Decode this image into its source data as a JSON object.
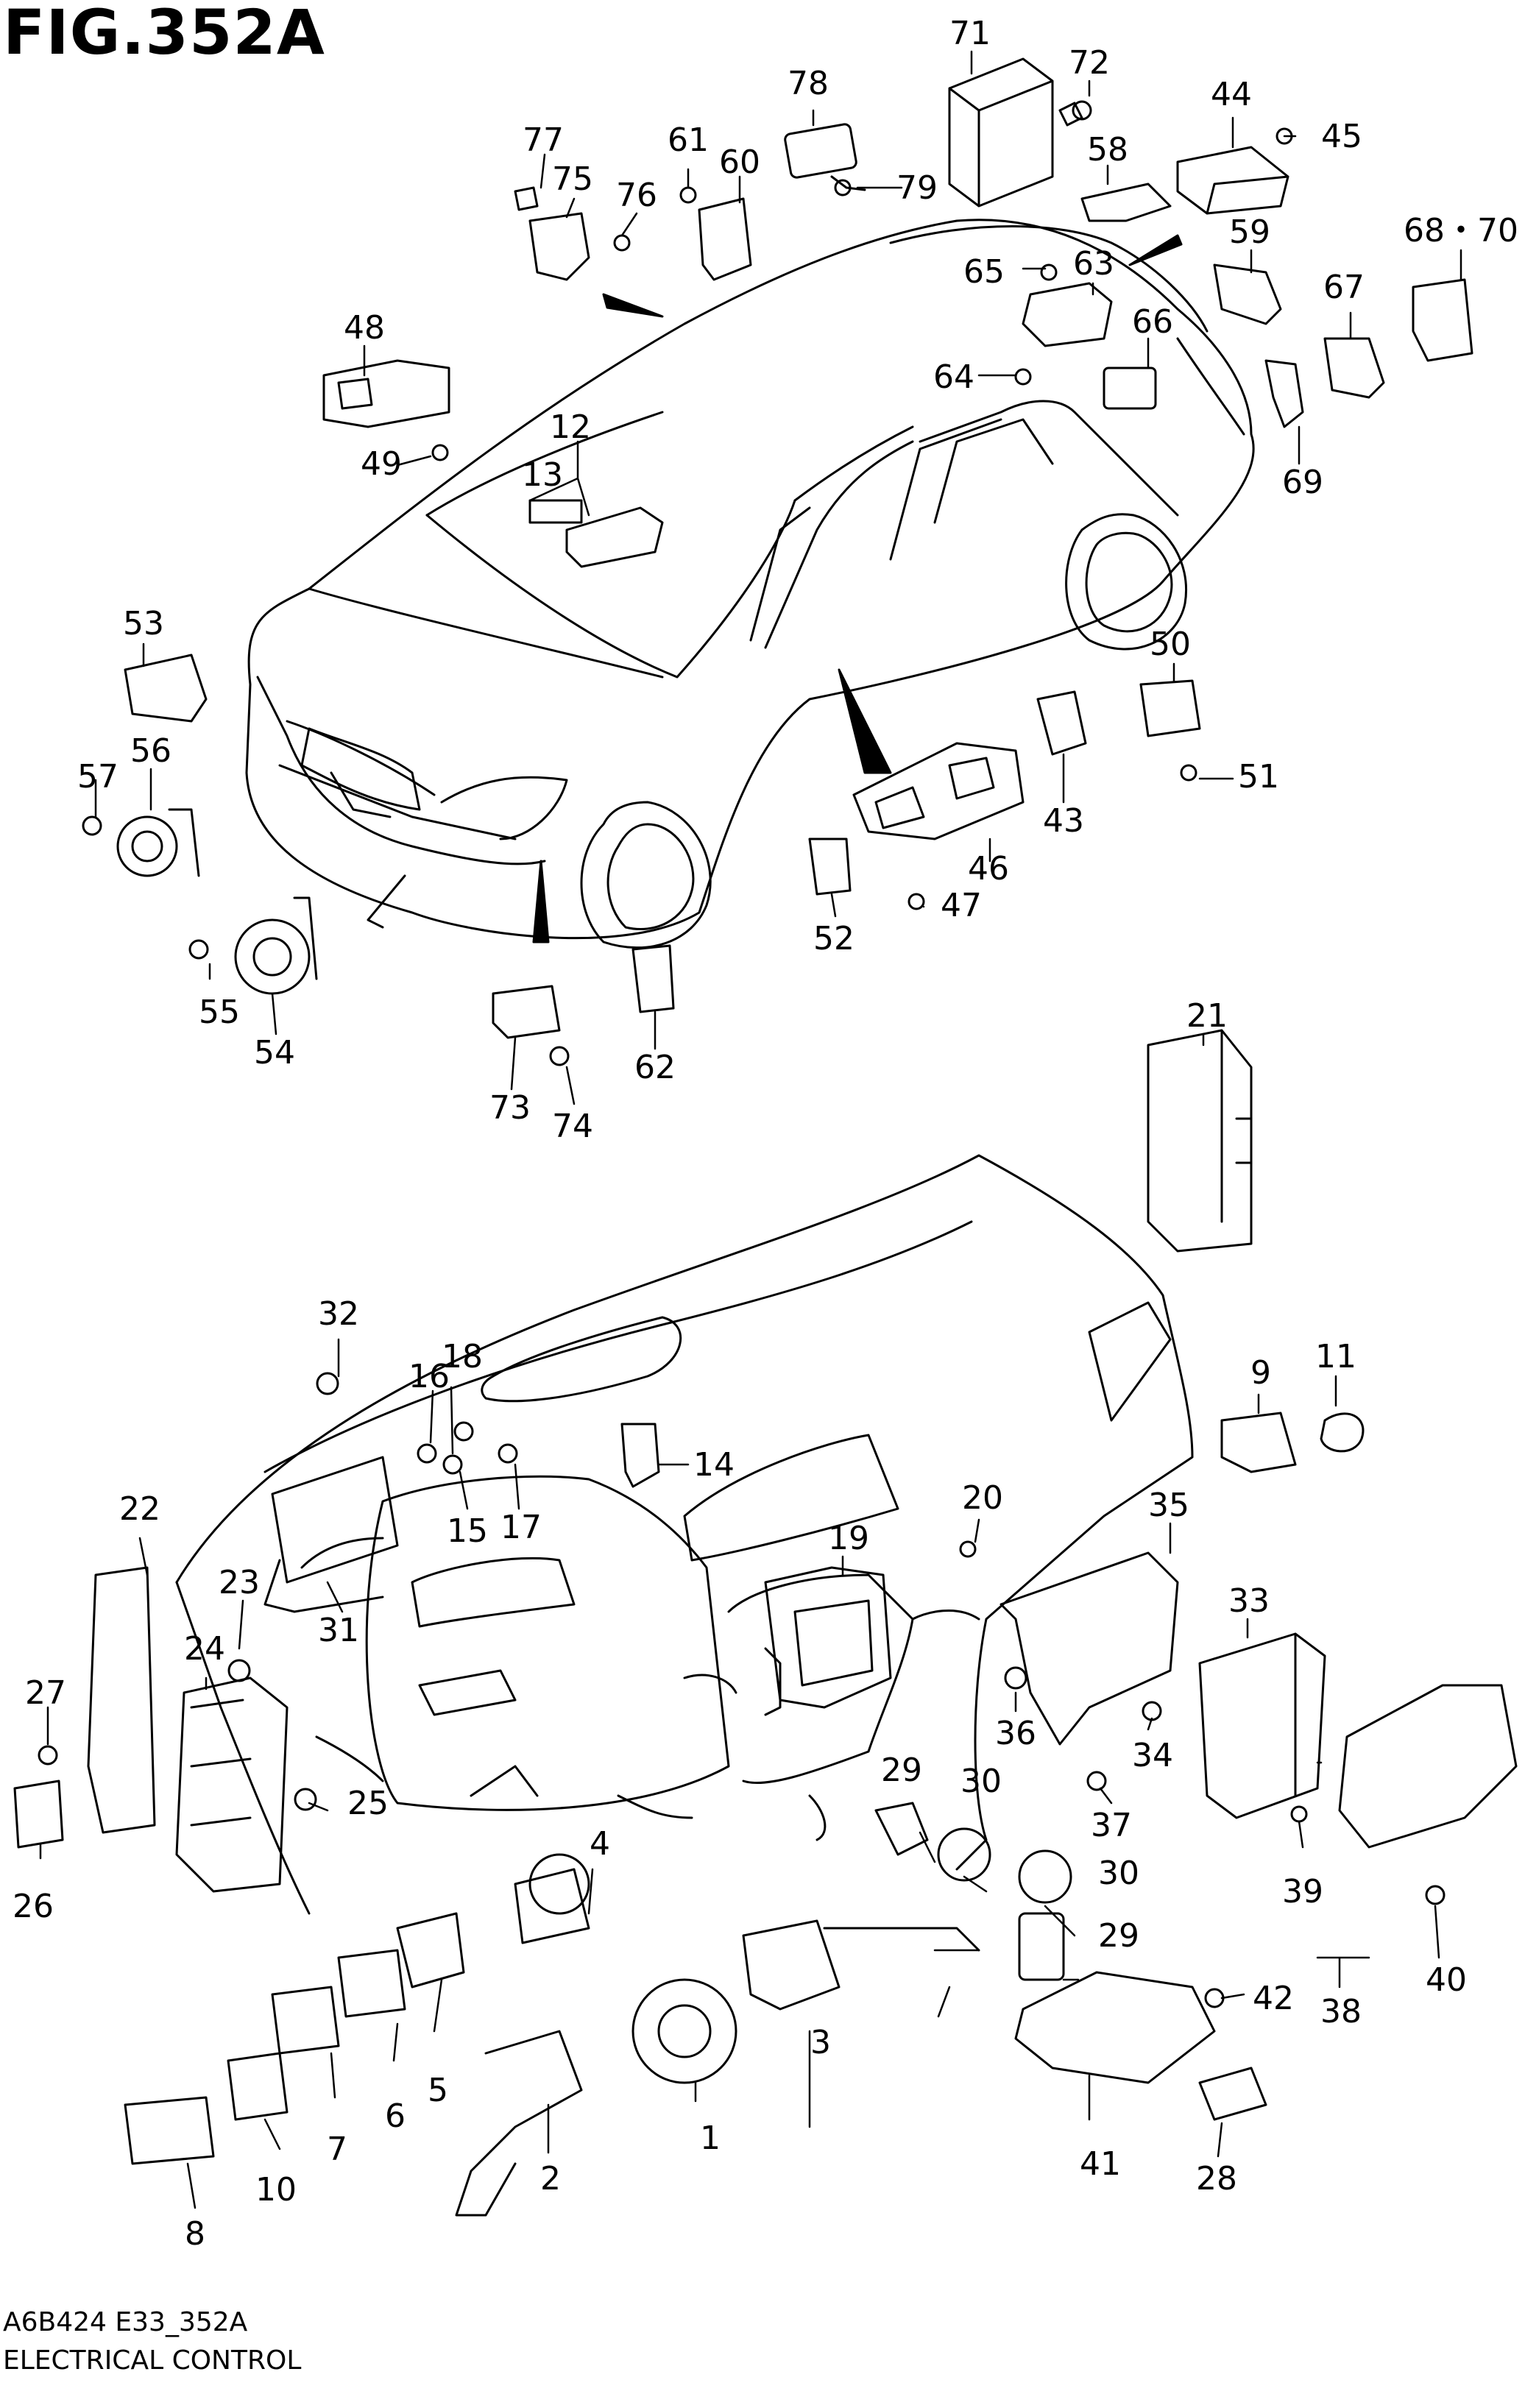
{
  "figure": {
    "title": "FIG.352A",
    "code": "A6B424 E33_352A",
    "caption": "ELECTRICAL CONTROL"
  },
  "callouts": [
    {
      "id": "1",
      "label": "1"
    },
    {
      "id": "2",
      "label": "2"
    },
    {
      "id": "3",
      "label": "3"
    },
    {
      "id": "4",
      "label": "4"
    },
    {
      "id": "5",
      "label": "5"
    },
    {
      "id": "6",
      "label": "6"
    },
    {
      "id": "7",
      "label": "7"
    },
    {
      "id": "8",
      "label": "8"
    },
    {
      "id": "9",
      "label": "9"
    },
    {
      "id": "10",
      "label": "10"
    },
    {
      "id": "11",
      "label": "11"
    },
    {
      "id": "12",
      "label": "12"
    },
    {
      "id": "13",
      "label": "13"
    },
    {
      "id": "14",
      "label": "14"
    },
    {
      "id": "15",
      "label": "15"
    },
    {
      "id": "16",
      "label": "16"
    },
    {
      "id": "17",
      "label": "17"
    },
    {
      "id": "18",
      "label": "18"
    },
    {
      "id": "19",
      "label": "19"
    },
    {
      "id": "20",
      "label": "20"
    },
    {
      "id": "21",
      "label": "21"
    },
    {
      "id": "22",
      "label": "22"
    },
    {
      "id": "23",
      "label": "23"
    },
    {
      "id": "24",
      "label": "24"
    },
    {
      "id": "25",
      "label": "25"
    },
    {
      "id": "26",
      "label": "26"
    },
    {
      "id": "27",
      "label": "27"
    },
    {
      "id": "28",
      "label": "28"
    },
    {
      "id": "29a",
      "label": "29"
    },
    {
      "id": "29b",
      "label": "29"
    },
    {
      "id": "30a",
      "label": "30"
    },
    {
      "id": "30b",
      "label": "30"
    },
    {
      "id": "31",
      "label": "31"
    },
    {
      "id": "32",
      "label": "32"
    },
    {
      "id": "33",
      "label": "33"
    },
    {
      "id": "34",
      "label": "34"
    },
    {
      "id": "35",
      "label": "35"
    },
    {
      "id": "36",
      "label": "36"
    },
    {
      "id": "37",
      "label": "37"
    },
    {
      "id": "38",
      "label": "38"
    },
    {
      "id": "39",
      "label": "39"
    },
    {
      "id": "40",
      "label": "40"
    },
    {
      "id": "41",
      "label": "41"
    },
    {
      "id": "42",
      "label": "42"
    },
    {
      "id": "43",
      "label": "43"
    },
    {
      "id": "44",
      "label": "44"
    },
    {
      "id": "45",
      "label": "45"
    },
    {
      "id": "46",
      "label": "46"
    },
    {
      "id": "47",
      "label": "47"
    },
    {
      "id": "48",
      "label": "48"
    },
    {
      "id": "49",
      "label": "49"
    },
    {
      "id": "50",
      "label": "50"
    },
    {
      "id": "51",
      "label": "51"
    },
    {
      "id": "52",
      "label": "52"
    },
    {
      "id": "53",
      "label": "53"
    },
    {
      "id": "54",
      "label": "54"
    },
    {
      "id": "55",
      "label": "55"
    },
    {
      "id": "56",
      "label": "56"
    },
    {
      "id": "57",
      "label": "57"
    },
    {
      "id": "58",
      "label": "58"
    },
    {
      "id": "59",
      "label": "59"
    },
    {
      "id": "60",
      "label": "60"
    },
    {
      "id": "61",
      "label": "61"
    },
    {
      "id": "62",
      "label": "62"
    },
    {
      "id": "63",
      "label": "63"
    },
    {
      "id": "64",
      "label": "64"
    },
    {
      "id": "65",
      "label": "65"
    },
    {
      "id": "66",
      "label": "66"
    },
    {
      "id": "67",
      "label": "67"
    },
    {
      "id": "68-70",
      "label": "68・70"
    },
    {
      "id": "69",
      "label": "69"
    },
    {
      "id": "71",
      "label": "71"
    },
    {
      "id": "72",
      "label": "72"
    },
    {
      "id": "73",
      "label": "73"
    },
    {
      "id": "74",
      "label": "74"
    },
    {
      "id": "75",
      "label": "75"
    },
    {
      "id": "76",
      "label": "76"
    },
    {
      "id": "77",
      "label": "77"
    },
    {
      "id": "78",
      "label": "78"
    },
    {
      "id": "79",
      "label": "79"
    }
  ]
}
